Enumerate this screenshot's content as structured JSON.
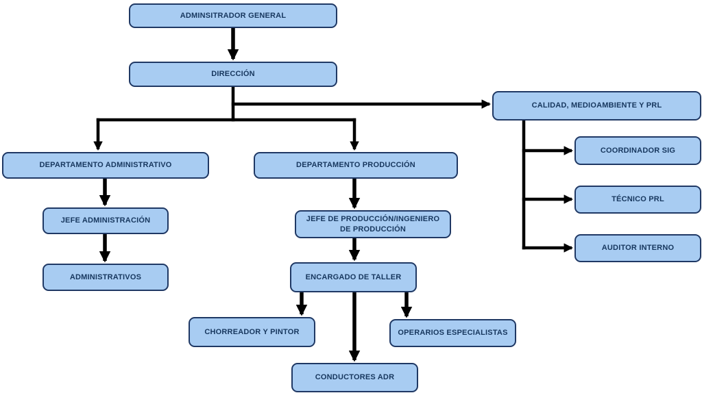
{
  "diagram": {
    "type": "org-chart",
    "colors": {
      "background": "#ffffff",
      "node_fill": "#a8ccf2",
      "node_border": "#1f3864",
      "text": "#17375e",
      "connector": "#000000"
    },
    "nodes": [
      {
        "id": "administrador-general",
        "label": "ADMINSITRADOR GENERAL"
      },
      {
        "id": "direccion",
        "label": "DIRECCIÓN"
      },
      {
        "id": "calidad-medioambiente-prl",
        "label": "CALIDAD, MEDIOAMBIENTE Y PRL"
      },
      {
        "id": "departamento-administrativo",
        "label": "DEPARTAMENTO ADMINISTRATIVO"
      },
      {
        "id": "departamento-produccion",
        "label": "DEPARTAMENTO PRODUCCIÓN"
      },
      {
        "id": "coordinador-sig",
        "label": "COORDINADOR SIG"
      },
      {
        "id": "jefe-administracion",
        "label": "JEFE ADMINISTRACIÓN"
      },
      {
        "id": "tecnico-prl",
        "label": "TÉCNICO PRL"
      },
      {
        "id": "jefe-produccion",
        "label": "JEFE DE PRODUCCIÓN/INGENIERO DE PRODUCCIÓN"
      },
      {
        "id": "administrativos",
        "label": "ADMINISTRATIVOS"
      },
      {
        "id": "encargado-taller",
        "label": "ENCARGADO DE TALLER"
      },
      {
        "id": "auditor-interno",
        "label": "AUDITOR INTERNO"
      },
      {
        "id": "chorreador-pintor",
        "label": "CHORREADOR Y PINTOR"
      },
      {
        "id": "operarios-especialistas",
        "label": "OPERARIOS ESPECIALISTAS"
      },
      {
        "id": "conductores-adr",
        "label": "CONDUCTORES ADR"
      }
    ],
    "edges": [
      {
        "from": "administrador-general",
        "to": "direccion"
      },
      {
        "from": "direccion",
        "to": "calidad-medioambiente-prl"
      },
      {
        "from": "direccion",
        "to": "departamento-administrativo"
      },
      {
        "from": "direccion",
        "to": "departamento-produccion"
      },
      {
        "from": "calidad-medioambiente-prl",
        "to": "coordinador-sig"
      },
      {
        "from": "calidad-medioambiente-prl",
        "to": "tecnico-prl"
      },
      {
        "from": "calidad-medioambiente-prl",
        "to": "auditor-interno"
      },
      {
        "from": "departamento-administrativo",
        "to": "jefe-administracion"
      },
      {
        "from": "jefe-administracion",
        "to": "administrativos"
      },
      {
        "from": "departamento-produccion",
        "to": "jefe-produccion"
      },
      {
        "from": "jefe-produccion",
        "to": "encargado-taller"
      },
      {
        "from": "encargado-taller",
        "to": "chorreador-pintor"
      },
      {
        "from": "encargado-taller",
        "to": "conductores-adr"
      },
      {
        "from": "encargado-taller",
        "to": "operarios-especialistas"
      }
    ]
  }
}
